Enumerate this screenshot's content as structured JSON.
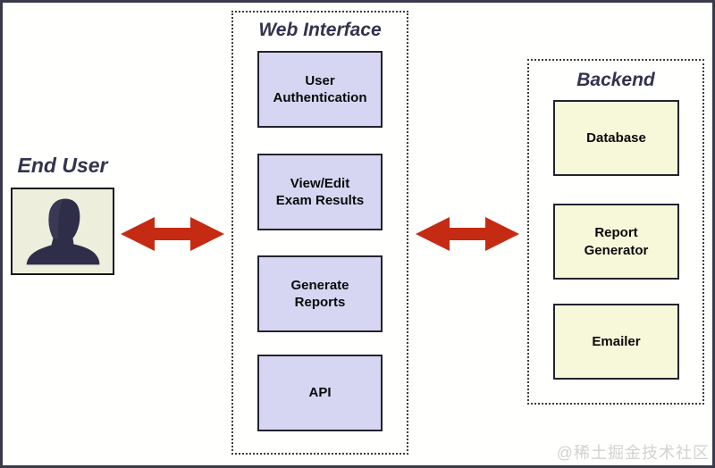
{
  "end_user": {
    "label": "End User"
  },
  "web_interface": {
    "title": "Web Interface",
    "modules": [
      {
        "label": "User\nAuthentication"
      },
      {
        "label": "View/Edit\nExam Results"
      },
      {
        "label": "Generate\nReports"
      },
      {
        "label": "API"
      }
    ]
  },
  "backend": {
    "title": "Backend",
    "modules": [
      {
        "label": "Database"
      },
      {
        "label": "Report\nGenerator"
      },
      {
        "label": "Emailer"
      }
    ]
  },
  "icons": {
    "person_silhouette": "person-silhouette-icon",
    "arrow_left": "bidirectional-arrow-icon",
    "arrow_right": "bidirectional-arrow-icon"
  },
  "colors": {
    "arrow_red": "#c52a12",
    "web_module_fill": "#d6d6f2",
    "backend_module_fill": "#f6f8d9",
    "portrait_fill": "#eeeedc",
    "title_navy": "#33334f",
    "silhouette": "#2e2e49"
  },
  "watermark": "@稀土掘金技术社区"
}
